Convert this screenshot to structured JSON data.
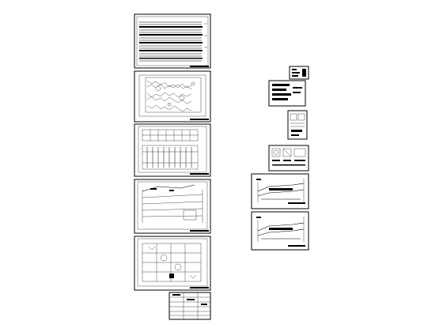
{
  "drawing_set": {
    "left_column": [
      {
        "id": "sheet-elevations",
        "kind": "elevation-stack"
      },
      {
        "id": "sheet-site-plan",
        "kind": "plan-dense"
      },
      {
        "id": "sheet-floor-plan-grid",
        "kind": "plan-grid"
      },
      {
        "id": "sheet-section-plan",
        "kind": "plan-sloped"
      },
      {
        "id": "sheet-ground-plan",
        "kind": "plan-detailed"
      },
      {
        "id": "sheet-schedule",
        "kind": "table"
      }
    ],
    "right_column": [
      {
        "id": "sheet-legend-small",
        "kind": "legend"
      },
      {
        "id": "sheet-notes",
        "kind": "notes"
      },
      {
        "id": "sheet-details-a",
        "kind": "details"
      },
      {
        "id": "sheet-details-b",
        "kind": "details"
      },
      {
        "id": "sheet-wall-section-1",
        "kind": "section-long"
      },
      {
        "id": "sheet-wall-section-2",
        "kind": "section-long"
      }
    ]
  },
  "colors": {
    "ink": "#000000",
    "paper": "#ffffff"
  }
}
